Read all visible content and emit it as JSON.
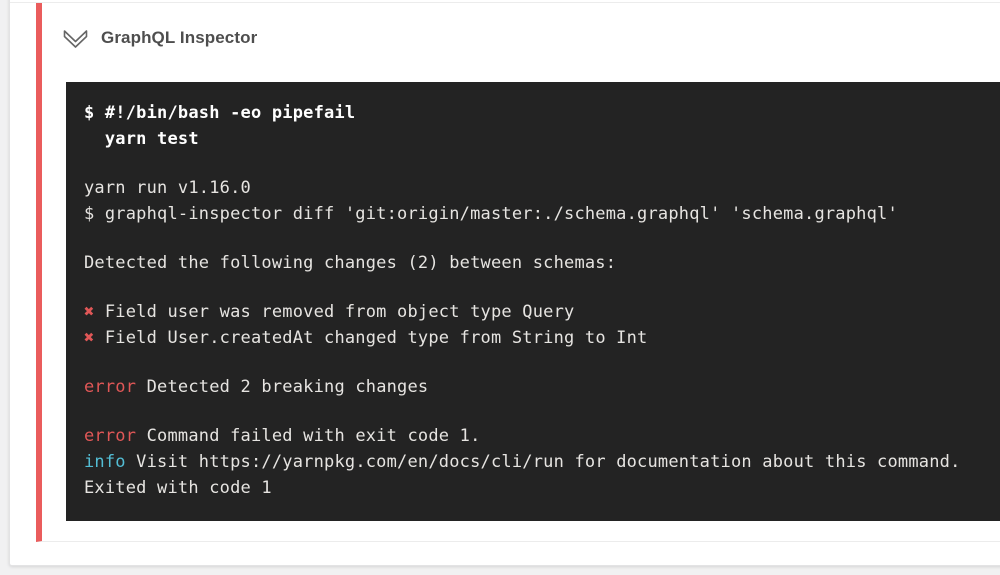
{
  "colors": {
    "page_bg": "#f1f1f2",
    "card_border": "#e3e3e4",
    "accent_red": "#ea5c5c",
    "error_red": "#e05757",
    "info_cyan": "#53bdd4",
    "terminal_bg": "#232323",
    "terminal_text": "#e6e4e1",
    "terminal_bold": "#ffffff",
    "header_text": "#4e4e4e",
    "icon_gray": "#666666"
  },
  "card": {
    "header": {
      "title": "GraphQL Inspector",
      "collapse_icon": "chevron-double-down-icon"
    },
    "terminal": {
      "lines": [
        {
          "segments": [
            {
              "t": "$ #!/bin/bash -eo pipefail",
              "s": "bold"
            }
          ]
        },
        {
          "segments": [
            {
              "t": "  yarn test",
              "s": "bold"
            }
          ]
        },
        {
          "blank": true
        },
        {
          "segments": [
            {
              "t": "yarn run v1.16.0"
            }
          ]
        },
        {
          "segments": [
            {
              "t": "$ graphql-inspector diff 'git:origin/master:./schema.graphql' 'schema.graphql'"
            }
          ]
        },
        {
          "blank": true
        },
        {
          "segments": [
            {
              "t": "Detected the following changes (2) between schemas:"
            }
          ]
        },
        {
          "blank": true
        },
        {
          "segments": [
            {
              "t": "✖ ",
              "s": "red"
            },
            {
              "t": "Field user was removed from object type Query"
            }
          ]
        },
        {
          "segments": [
            {
              "t": "✖ ",
              "s": "red"
            },
            {
              "t": "Field User.createdAt changed type from String to Int"
            }
          ]
        },
        {
          "blank": true
        },
        {
          "segments": [
            {
              "t": "error",
              "s": "red"
            },
            {
              "t": " Detected 2 breaking changes"
            }
          ]
        },
        {
          "blank": true
        },
        {
          "segments": [
            {
              "t": "error",
              "s": "red"
            },
            {
              "t": " Command failed with exit code 1."
            }
          ]
        },
        {
          "segments": [
            {
              "t": "info",
              "s": "cyan"
            },
            {
              "t": " Visit https://yarnpkg.com/en/docs/cli/run for documentation about this command."
            }
          ]
        },
        {
          "segments": [
            {
              "t": "Exited with code 1"
            }
          ]
        }
      ]
    }
  }
}
